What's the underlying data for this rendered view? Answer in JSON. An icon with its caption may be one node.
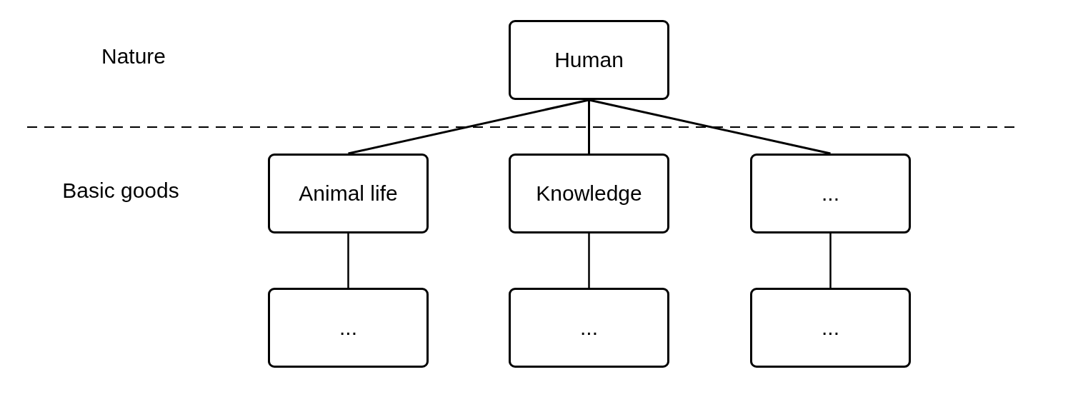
{
  "diagram": {
    "nodes": [
      {
        "text": [
          "Human"
        ]
      },
      {
        "text": [
          "Animal life"
        ]
      },
      {
        "text": [
          "Knowledge"
        ]
      },
      {
        "text": [
          "..."
        ]
      },
      {
        "text": [
          "..."
        ]
      },
      {
        "text": [
          "..."
        ]
      },
      {
        "text": [
          "..."
        ]
      }
    ],
    "edges": [
      {
        "from": 0,
        "to": 1,
        "arrow": "none"
      },
      {
        "from": 0,
        "to": 2,
        "arrow": "none"
      },
      {
        "from": 0,
        "to": 3,
        "arrow": "none"
      },
      {
        "from": 1,
        "to": 4,
        "arrow": "none"
      },
      {
        "from": 2,
        "to": 5,
        "arrow": "none"
      },
      {
        "from": 3,
        "to": 6,
        "arrow": "none"
      }
    ],
    "labels": [
      "Nature",
      "Basic goods"
    ]
  }
}
